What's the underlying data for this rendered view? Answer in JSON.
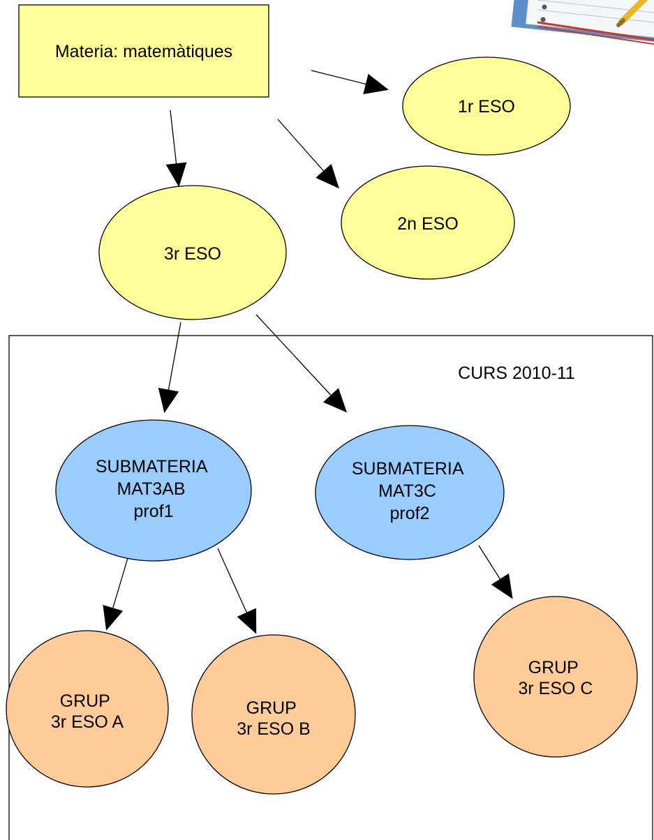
{
  "colors": {
    "subject_box": "#ffff99",
    "course_node": "#ffff99",
    "subsubject_node": "#99ccff",
    "group_node": "#ffcc99",
    "stroke": "#000000",
    "background": "#ffffff"
  },
  "decoration": {
    "icon": "notebook-with-pencil-icon"
  },
  "diagram": {
    "subject": {
      "label": "Materia: matemàtiques"
    },
    "courses": [
      {
        "label": "1r ESO"
      },
      {
        "label": "2n ESO"
      },
      {
        "label": "3r ESO"
      }
    ],
    "term_frame": {
      "label": "CURS 2010-11"
    },
    "subsubjects": [
      {
        "lines": [
          "SUBMATERIA",
          "MAT3AB",
          "prof1"
        ]
      },
      {
        "lines": [
          "SUBMATERIA",
          "MAT3C",
          "prof2"
        ]
      }
    ],
    "groups": [
      {
        "lines": [
          "GRUP",
          "3r ESO A"
        ]
      },
      {
        "lines": [
          "GRUP",
          "3r ESO B"
        ]
      },
      {
        "lines": [
          "GRUP",
          "3r ESO C"
        ]
      }
    ]
  }
}
